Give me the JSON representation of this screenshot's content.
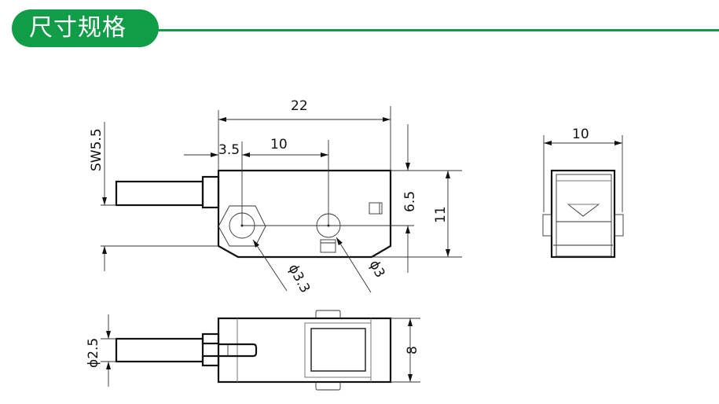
{
  "header": {
    "title": "尺寸规格",
    "accent_color": "#119c48"
  },
  "front_view": {
    "dim_length": "22",
    "dim_hole_spacing": "10",
    "dim_hole_offset": "3.5",
    "dim_wrench": "SW5.5",
    "dim_hole_height": "6.5",
    "dim_height": "11",
    "dim_hole1_dia": "ϕ3.3",
    "dim_hole2_dia": "ϕ3"
  },
  "side_view": {
    "dim_width": "10"
  },
  "bottom_view": {
    "dim_cable_dia": "ϕ2.5",
    "dim_thickness": "8"
  }
}
